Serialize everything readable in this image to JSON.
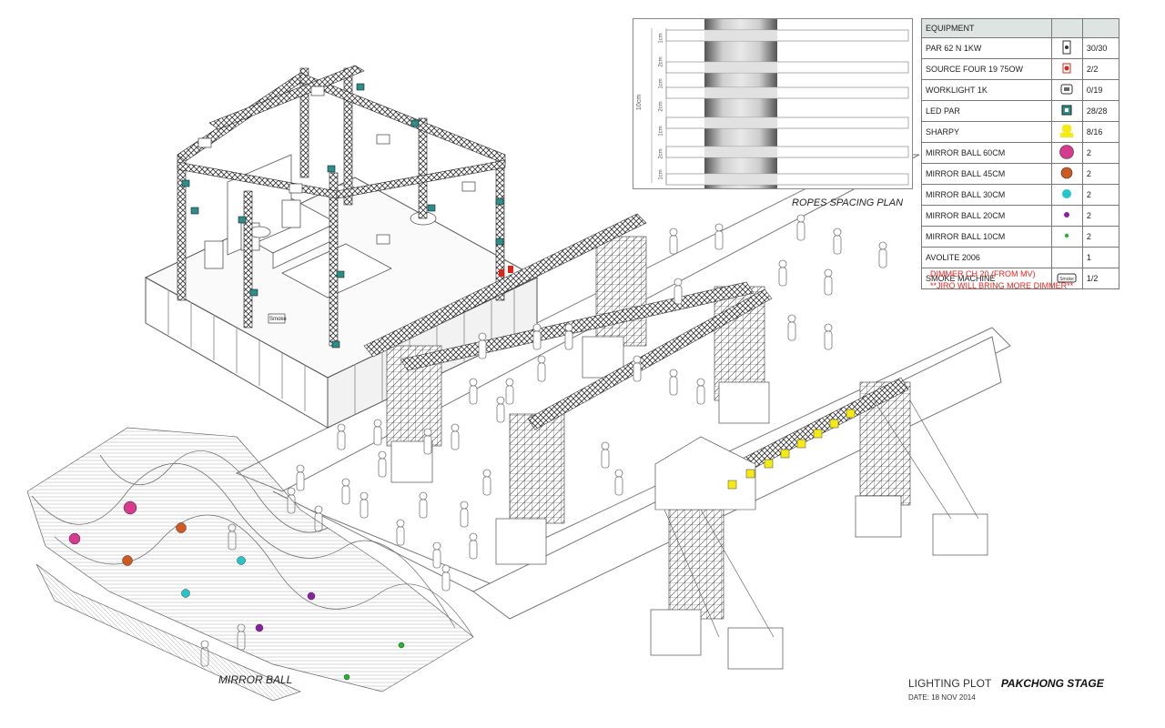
{
  "drawing": {
    "title_left": "LIGHTING PLOT",
    "title_right": "PAKCHONG STAGE",
    "date": "DATE: 18 NOV 2014",
    "mirror_ball_label": "MIRROR BALL",
    "ropes_label": "ROPES SPACING PLAN",
    "smoke_tag": "Smoke"
  },
  "ropes_plan": {
    "total": "10cm",
    "segments": [
      "1cm",
      "2cm",
      "1cm",
      "2cm",
      "1cm",
      "2cm",
      "1cm"
    ]
  },
  "equipment": {
    "header": "EQUIPMENT",
    "rows": [
      {
        "name": "PAR 62 N 1KW",
        "qty": "30/30",
        "icon": "par-can-icon"
      },
      {
        "name": "SOURCE FOUR 19  75OW",
        "qty": "2/2",
        "icon": "source-four-icon"
      },
      {
        "name": "WORKLIGHT 1K",
        "qty": "0/19",
        "icon": "worklight-icon"
      },
      {
        "name": "LED PAR",
        "qty": "28/28",
        "icon": "led-par-icon"
      },
      {
        "name": "SHARPY",
        "qty": "8/16",
        "icon": "sharpy-icon"
      },
      {
        "name": "MIRROR BALL 60CM",
        "qty": "2",
        "icon": "mirror-ball-60-icon"
      },
      {
        "name": "MIRROR BALL 45CM",
        "qty": "2",
        "icon": "mirror-ball-45-icon"
      },
      {
        "name": "MIRROR BALL 30CM",
        "qty": "2",
        "icon": "mirror-ball-30-icon"
      },
      {
        "name": "MIRROR BALL 20CM",
        "qty": "2",
        "icon": "mirror-ball-20-icon"
      },
      {
        "name": "MIRROR BALL 10CM",
        "qty": "2",
        "icon": "mirror-ball-10-icon"
      },
      {
        "name": "AVOLITE 2006",
        "qty": "1",
        "icon": ""
      },
      {
        "name": "SMOKE MACHINE",
        "qty": "1/2",
        "icon": "smoke-machine-icon"
      }
    ]
  },
  "dimmer_notes": [
    "DIMMER CH 20 (FROM MV)",
    "**JIRO WILL BRING MORE DIMMER**"
  ],
  "colors": {
    "mirror_ball_60": "#d6398e",
    "mirror_ball_45": "#d1581f",
    "mirror_ball_30": "#23c6c9",
    "mirror_ball_20": "#8d1fa6",
    "mirror_ball_10": "#22b531",
    "sharpy": "#f5ea12",
    "source_four": "#d8261c",
    "led_par": "#2a8f8a",
    "note_red": "#e8241e"
  }
}
